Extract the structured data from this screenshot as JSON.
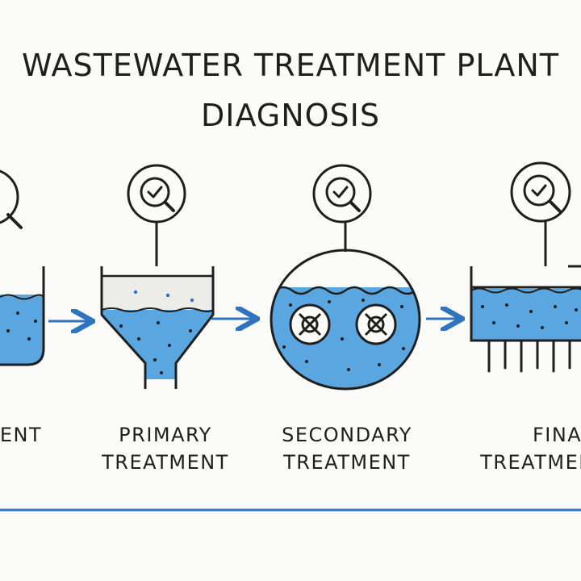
{
  "title": {
    "line1": "WASTEWATER TREATMENT PLANT",
    "line2": "DIAGNOSIS"
  },
  "stages": [
    {
      "line1": "",
      "line2": "ENT"
    },
    {
      "line1": "PRIMARY",
      "line2": "TREATMENT"
    },
    {
      "line1": "SECONDARY",
      "line2": "TREATMENT"
    },
    {
      "line1": "FINAL",
      "line2": "TREATMENT"
    }
  ],
  "icons": {
    "inspect": "magnifier-check-icon",
    "flow": "arrow-right-icon"
  },
  "colors": {
    "water": "#5aa6e0",
    "accent": "#2f74c0",
    "ink": "#1f1f1f",
    "sludge": "#ecece8"
  }
}
